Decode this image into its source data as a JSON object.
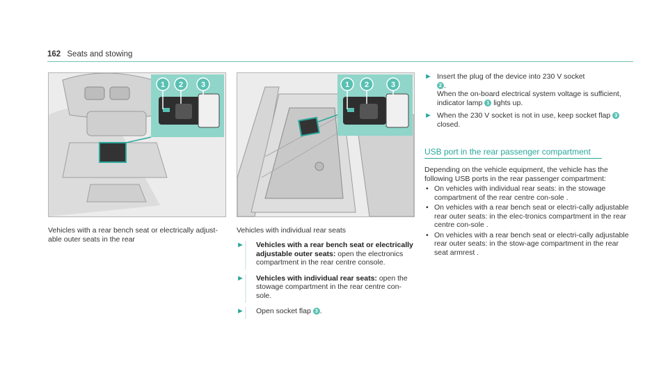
{
  "header": {
    "page_number": "162",
    "section": "Seats and stowing"
  },
  "figure_left": {
    "caption": "Vehicles with a rear bench seat or electrically adjust-able outer seats in the rear",
    "callouts": [
      "1",
      "2",
      "3"
    ]
  },
  "figure_mid": {
    "caption": "Vehicles with individual rear seats",
    "callouts": [
      "1",
      "2",
      "3"
    ]
  },
  "mid_steps": [
    {
      "bold": "Vehicles with a rear bench seat or electrically adjustable outer seats:",
      "text": " open the electronics compartment in the rear centre console."
    },
    {
      "bold": "Vehicles with individual rear seats:",
      "text": " open the stowage compartment in the rear centre con-sole."
    },
    {
      "bold": "",
      "text": "Open socket flap ",
      "num": "3",
      "after": "."
    }
  ],
  "right_steps": {
    "step1": {
      "a": "Insert the plug of the device into 230 V socket",
      "num1": "2",
      "b": ".",
      "c": "When the on-board electrical system voltage is sufficient, indicator lamp",
      "num2": "1",
      "d": "lights up."
    },
    "step2": {
      "a": "When the 230 V socket is not in use, keep socket flap",
      "num": "3",
      "b": "closed."
    }
  },
  "usb_section": {
    "title": "USB port in the rear passenger compartment",
    "intro": "Depending on the vehicle equipment, the vehicle has the following USB ports in the rear passenger compartment:",
    "bullets": [
      "On vehicles with individual rear seats: in the stowage compartment of the rear centre con-sole .",
      "On vehicles with a rear bench seat or electri-cally adjustable rear outer seats: in the elec-tronics compartment in the rear centre con-sole .",
      "On vehicles with a rear bench seat or electri-cally adjustable rear outer seats: in the stow-age compartment in the rear seat armrest ."
    ]
  },
  "colors": {
    "accent": "#2aa79b",
    "inset_bg": "#8fd5c9",
    "callout": "#59c0b2"
  },
  "icons": {
    "step_arrow": "arrow-right-icon",
    "bullet": "bullet-dot"
  }
}
